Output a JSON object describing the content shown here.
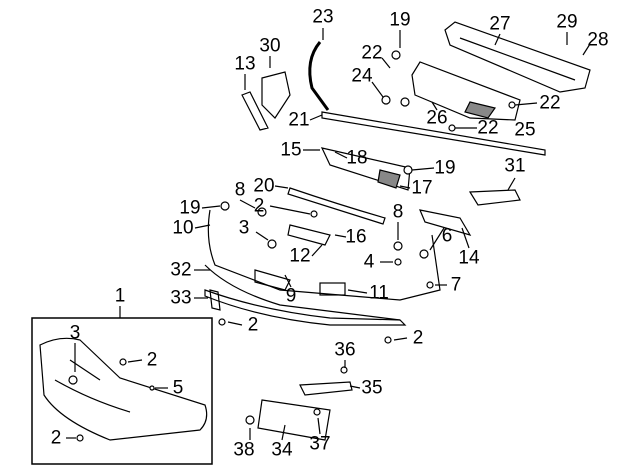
{
  "diagram": {
    "title": "Front bumper components",
    "callouts": [
      "23",
      "19",
      "27",
      "29",
      "28",
      "30",
      "13",
      "22",
      "24",
      "22",
      "26",
      "22",
      "25",
      "21",
      "15",
      "18",
      "19",
      "31",
      "20",
      "17",
      "8",
      "19",
      "2",
      "8",
      "10",
      "3",
      "6",
      "16",
      "12",
      "14",
      "4",
      "32",
      "9",
      "11",
      "7",
      "1",
      "33",
      "2",
      "3",
      "2",
      "2",
      "36",
      "5",
      "35",
      "2",
      "38",
      "34",
      "37"
    ]
  }
}
